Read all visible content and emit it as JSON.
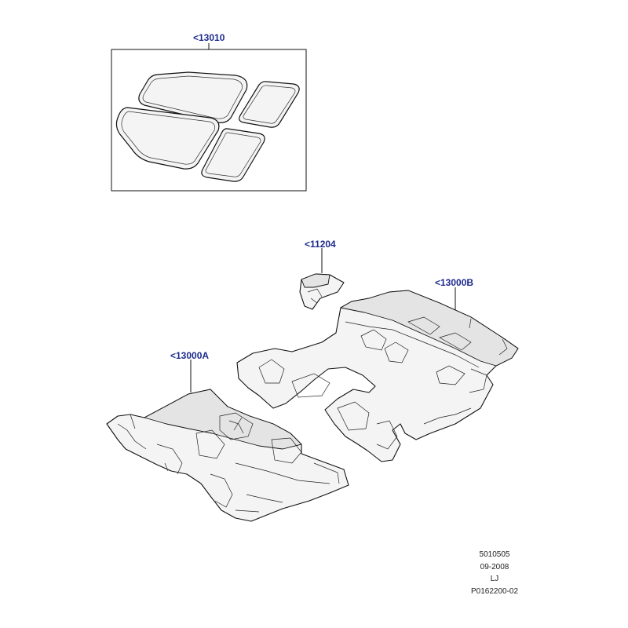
{
  "callouts": {
    "mats": "<13010",
    "insulator": "<11204",
    "carpet_rear": "<13000B",
    "carpet_front": "<13000A"
  },
  "meta": {
    "code": "5010505",
    "date": "09-2008",
    "initials": "LJ",
    "ref": "P0162200-02"
  },
  "colors": {
    "callout": "#1c2a8c",
    "line": "#111111",
    "background": "#ffffff"
  }
}
